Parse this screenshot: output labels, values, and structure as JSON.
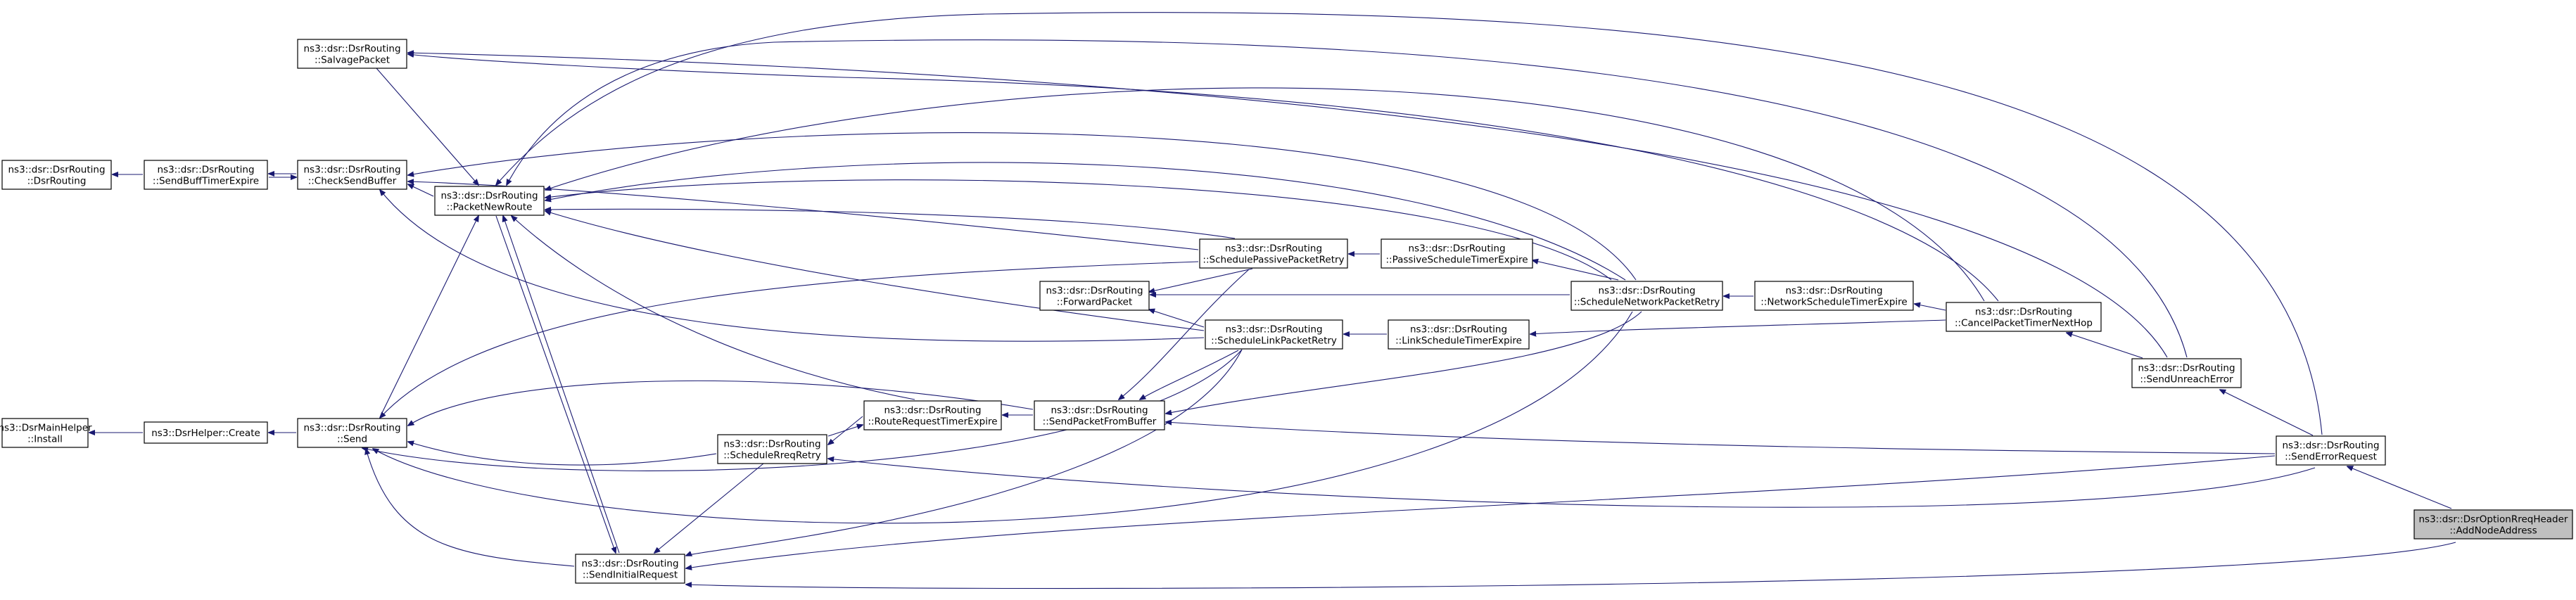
{
  "diagram": {
    "type": "call-graph",
    "colors": {
      "edge": "#191970",
      "node_border": "#000000",
      "node_fill": "#ffffff",
      "highlight_fill": "#bfbfbf"
    },
    "nodes": [
      {
        "id": "salvage",
        "lines": [
          "ns3::dsr::DsrRouting",
          "::SalvagePacket"
        ]
      },
      {
        "id": "dsrrouting",
        "lines": [
          "ns3::dsr::DsrRouting",
          "::DsrRouting"
        ]
      },
      {
        "id": "sendbuff",
        "lines": [
          "ns3::dsr::DsrRouting",
          "::SendBuffTimerExpire"
        ]
      },
      {
        "id": "checksend",
        "lines": [
          "ns3::dsr::DsrRouting",
          "::CheckSendBuffer"
        ]
      },
      {
        "id": "packetnew",
        "lines": [
          "ns3::dsr::DsrRouting",
          "::PacketNewRoute"
        ]
      },
      {
        "id": "passiveretry",
        "lines": [
          "ns3::dsr::DsrRouting",
          "::SchedulePassivePacketRetry"
        ]
      },
      {
        "id": "passivetimer",
        "lines": [
          "ns3::dsr::DsrRouting",
          "::PassiveScheduleTimerExpire"
        ]
      },
      {
        "id": "forward",
        "lines": [
          "ns3::dsr::DsrRouting",
          "::ForwardPacket"
        ]
      },
      {
        "id": "linkretry",
        "lines": [
          "ns3::dsr::DsrRouting",
          "::ScheduleLinkPacketRetry"
        ]
      },
      {
        "id": "linktimer",
        "lines": [
          "ns3::dsr::DsrRouting",
          "::LinkScheduleTimerExpire"
        ]
      },
      {
        "id": "netretry",
        "lines": [
          "ns3::dsr::DsrRouting",
          "::ScheduleNetworkPacketRetry"
        ]
      },
      {
        "id": "nettimer",
        "lines": [
          "ns3::dsr::DsrRouting",
          "::NetworkScheduleTimerExpire"
        ]
      },
      {
        "id": "cancel",
        "lines": [
          "ns3::dsr::DsrRouting",
          "::CancelPacketTimerNextHop"
        ]
      },
      {
        "id": "unreach",
        "lines": [
          "ns3::dsr::DsrRouting",
          "::SendUnreachError"
        ]
      },
      {
        "id": "senderror",
        "lines": [
          "ns3::dsr::DsrRouting",
          "::SendErrorRequest"
        ]
      },
      {
        "id": "addnode",
        "lines": [
          "ns3::dsr::DsrOptionRreqHeader",
          "::AddNodeAddress"
        ],
        "highlight": true
      },
      {
        "id": "mainhelper",
        "lines": [
          "ns3::DsrMainHelper",
          "::Install"
        ]
      },
      {
        "id": "helpercreate",
        "lines": [
          "ns3::DsrHelper::Create"
        ]
      },
      {
        "id": "send",
        "lines": [
          "ns3::dsr::DsrRouting",
          "::Send"
        ]
      },
      {
        "id": "rreqretry",
        "lines": [
          "ns3::dsr::DsrRouting",
          "::ScheduleRreqRetry"
        ]
      },
      {
        "id": "routereq",
        "lines": [
          "ns3::dsr::DsrRouting",
          "::RouteRequestTimerExpire"
        ]
      },
      {
        "id": "sendpacket",
        "lines": [
          "ns3::dsr::DsrRouting",
          "::SendPacketFromBuffer"
        ]
      },
      {
        "id": "initial",
        "lines": [
          "ns3::dsr::DsrRouting",
          "::SendInitialRequest"
        ]
      }
    ],
    "edges": [
      [
        "senderror",
        "addnode"
      ],
      [
        "initial",
        "addnode"
      ],
      [
        "unreach",
        "senderror"
      ],
      [
        "cancel",
        "unreach"
      ],
      [
        "nettimer",
        "cancel"
      ],
      [
        "netretry",
        "nettimer"
      ],
      [
        "salvage",
        "cancel"
      ],
      [
        "linkretry",
        "linktimer"
      ],
      [
        "linktimer",
        "cancel"
      ],
      [
        "passiveretry",
        "passivetimer"
      ],
      [
        "passivetimer",
        "netretry"
      ],
      [
        "forward",
        "netretry"
      ],
      [
        "sendpacket",
        "netretry"
      ],
      [
        "checksend",
        "netretry"
      ],
      [
        "packetnew",
        "netretry"
      ],
      [
        "sendbuff",
        "checksend"
      ],
      [
        "checksend",
        "sendbuff"
      ],
      [
        "dsrrouting",
        "sendbuff"
      ],
      [
        "packetnew",
        "passiveretry"
      ],
      [
        "checksend",
        "passiveretry"
      ],
      [
        "send",
        "passiveretry"
      ],
      [
        "forward",
        "passiveretry"
      ],
      [
        "sendpacket",
        "passiveretry"
      ],
      [
        "packetnew",
        "linkretry"
      ],
      [
        "checksend",
        "linkretry"
      ],
      [
        "forward",
        "linkretry"
      ],
      [
        "sendpacket",
        "linkretry"
      ],
      [
        "send",
        "linkretry"
      ],
      [
        "senderror",
        "sendpacket"
      ],
      [
        "routereq",
        "sendpacket"
      ],
      [
        "send",
        "sendpacket"
      ],
      [
        "rreqretry",
        "routereq"
      ],
      [
        "routereq",
        "rreqretry"
      ],
      [
        "senderror",
        "rreqretry"
      ],
      [
        "send",
        "rreqretry"
      ],
      [
        "initial",
        "rreqretry"
      ],
      [
        "helpercreate",
        "send"
      ],
      [
        "mainhelper",
        "helpercreate"
      ],
      [
        "initial",
        "send"
      ],
      [
        "senderror",
        "initial"
      ],
      [
        "routereq",
        "packetnew"
      ],
      [
        "initial",
        "packetnew"
      ],
      [
        "send",
        "packetnew"
      ],
      [
        "packetnew",
        "initial"
      ],
      [
        "salvage",
        "packetnew"
      ],
      [
        "packetnew",
        "checksend"
      ],
      [
        "unreach",
        "packetnew"
      ],
      [
        "senderror",
        "packetnew"
      ],
      [
        "cancel",
        "packetnew"
      ],
      [
        "netretry",
        "packetnew"
      ],
      [
        "linkretry",
        "initial"
      ],
      [
        "netretry",
        "send"
      ],
      [
        "unreach",
        "salvage"
      ]
    ]
  }
}
